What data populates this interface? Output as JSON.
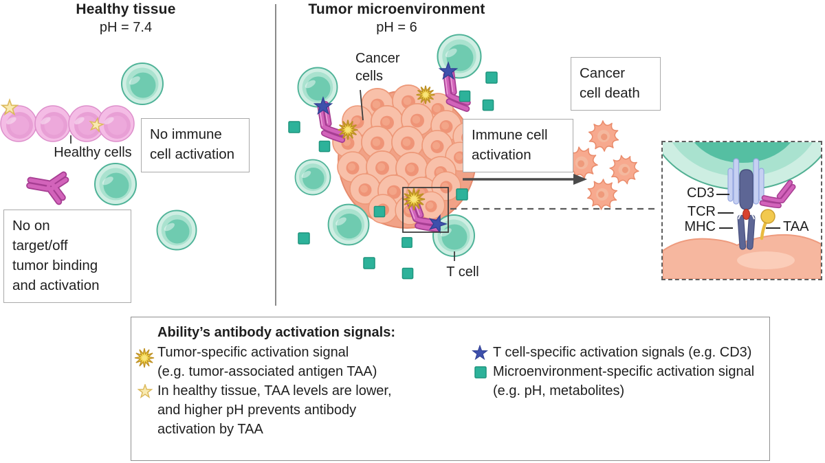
{
  "figure": {
    "healthy_panel": {
      "title": "Healthy tissue",
      "ph": "pH = 7.4",
      "healthy_cells_label": "Healthy cells",
      "no_immune_box": [
        "No immune",
        "cell activation"
      ],
      "no_target_box": [
        "No on",
        "target/off",
        "tumor binding",
        "and activation"
      ]
    },
    "tumor_panel": {
      "title": "Tumor microenvironment",
      "ph": "pH = 6",
      "cancer_cells_label": [
        "Cancer",
        "cells"
      ],
      "t_cell_label": "T cell",
      "immune_activation_box": [
        "Immune cell",
        "activation"
      ],
      "cancer_death_box": [
        "Cancer",
        "cell death"
      ]
    },
    "inset": {
      "cd3": "CD3",
      "tcr": "TCR",
      "mhc": "MHC",
      "taa": "TAA"
    },
    "legend": {
      "title": "Ability’s antibody activation signals:",
      "items": [
        {
          "icon": "burst-icon",
          "lines": [
            "Tumor-specific activation signal",
            "(e.g. tumor-associated antigen TAA)"
          ]
        },
        {
          "icon": "pale-star-icon",
          "lines": [
            "In healthy tissue, TAA levels are lower,",
            "and higher pH prevents antibody",
            "activation by TAA"
          ]
        },
        {
          "icon": "blue-star-icon",
          "lines": [
            "T cell-specific activation signals (e.g. CD3)"
          ]
        },
        {
          "icon": "teal-square-icon",
          "lines": [
            "Microenvironment-specific activation signal",
            "(e.g. pH, metabolites)"
          ]
        }
      ]
    },
    "colors": {
      "t_cell_teal": "#6fcbb0",
      "healthy_cell_pink": "#e9a0d6",
      "antibody_magenta": "#d263ba",
      "tumor_salmon": "#f8c0a9",
      "burst_yellow": "#f1d13c",
      "healthy_star_pale": "#f9eab0",
      "t_cell_star_blue": "#3e50ac",
      "microenv_square_teal": "#2db29a",
      "box_border_gray": "#a9a9a9"
    }
  }
}
